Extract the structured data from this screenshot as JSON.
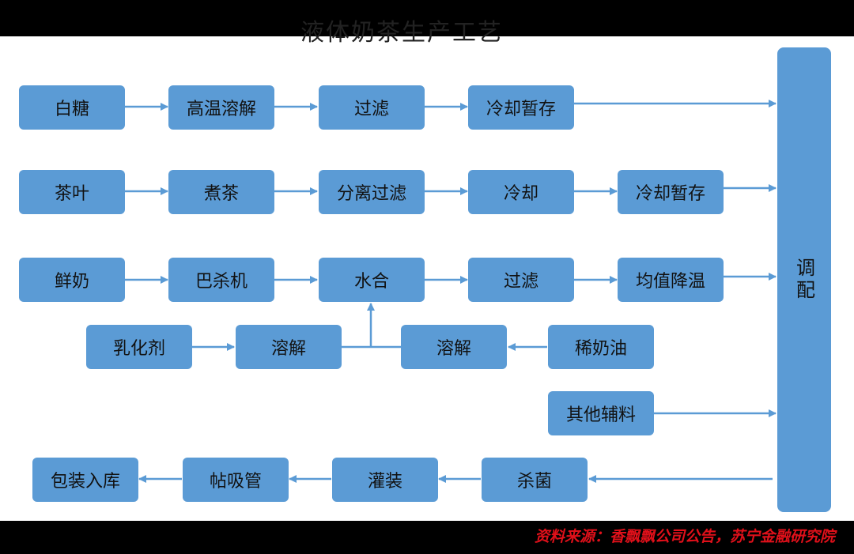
{
  "title": "液体奶茶生产工艺",
  "source": "资料来源：香飘飘公司公告，苏宁金融研究院",
  "nodes": {
    "sugar": "白糖",
    "high_temp_dissolve": "高温溶解",
    "filter_1": "过滤",
    "cool_store_1": "冷却暂存",
    "tea_leaf": "茶叶",
    "boil_tea": "煮茶",
    "separate_filter": "分离过滤",
    "cool": "冷却",
    "cool_store_2": "冷却暂存",
    "fresh_milk": "鲜奶",
    "pasteurizer": "巴杀机",
    "hydration": "水合",
    "filter_2": "过滤",
    "homogenize_cool": "均值降温",
    "emulsifier": "乳化剂",
    "dissolve_1": "溶解",
    "dissolve_2": "溶解",
    "cream": "稀奶油",
    "other_ingredients": "其他辅料",
    "mix": "调配",
    "sterilize": "杀菌",
    "filling": "灌装",
    "attach_straw": "帖吸管",
    "pack_store": "包装入库"
  }
}
